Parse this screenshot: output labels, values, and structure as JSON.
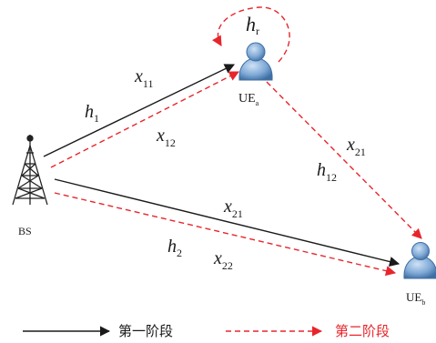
{
  "nodes": {
    "bs": {
      "label": "BS"
    },
    "ue_a": {
      "label_main": "UE",
      "label_sub": "a"
    },
    "ue_b": {
      "label_main": "UE",
      "label_sub": "b"
    }
  },
  "edge_labels": {
    "x11": {
      "main": "x",
      "sub": "11"
    },
    "x12": {
      "main": "x",
      "sub": "12"
    },
    "x21_top": {
      "main": "x",
      "sub": "21"
    },
    "x21_mid": {
      "main": "x",
      "sub": "21"
    },
    "x22": {
      "main": "x",
      "sub": "22"
    },
    "h1": {
      "main": "h",
      "sub": "1"
    },
    "h2": {
      "main": "h",
      "sub": "2"
    },
    "h12": {
      "main": "h",
      "sub": "12"
    },
    "hr": {
      "main": "h",
      "sub": "r"
    }
  },
  "legend": {
    "phase1": {
      "label": "第一阶段",
      "color": "#1a1a1a",
      "style": "solid"
    },
    "phase2": {
      "label": "第二阶段",
      "color": "#e8252b",
      "style": "dashed"
    }
  },
  "colors": {
    "phase1": "#1a1a1a",
    "phase2": "#e8252b",
    "user_icon": "#6f9fd0"
  }
}
